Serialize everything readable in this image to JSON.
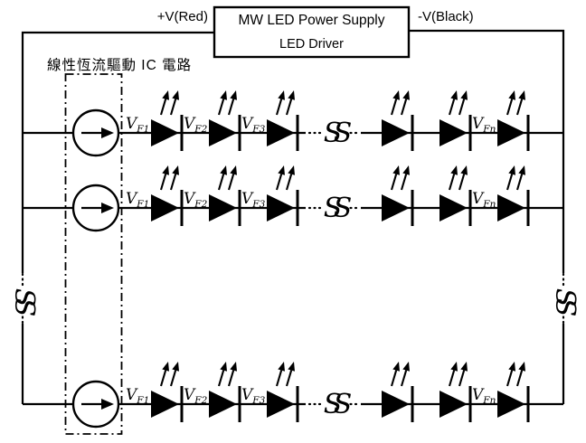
{
  "power_supply": {
    "line1": "MW LED Power Supply",
    "line2": "LED Driver"
  },
  "terminals": {
    "positive": "+V(Red)",
    "negative": "-V(Black)"
  },
  "driver_block_label": "線性恆流驅動 IC 電路",
  "forward_voltage_labels": [
    {
      "base": "V",
      "sub": "F1"
    },
    {
      "base": "V",
      "sub": "F2"
    },
    {
      "base": "V",
      "sub": "F3"
    },
    {
      "base": "V",
      "sub": "Fn"
    }
  ],
  "icons": {
    "wire_break": "SS"
  },
  "rows": 3,
  "leds_per_row_visible": 6,
  "colors": {
    "ink": "#000000",
    "background": "#ffffff"
  }
}
